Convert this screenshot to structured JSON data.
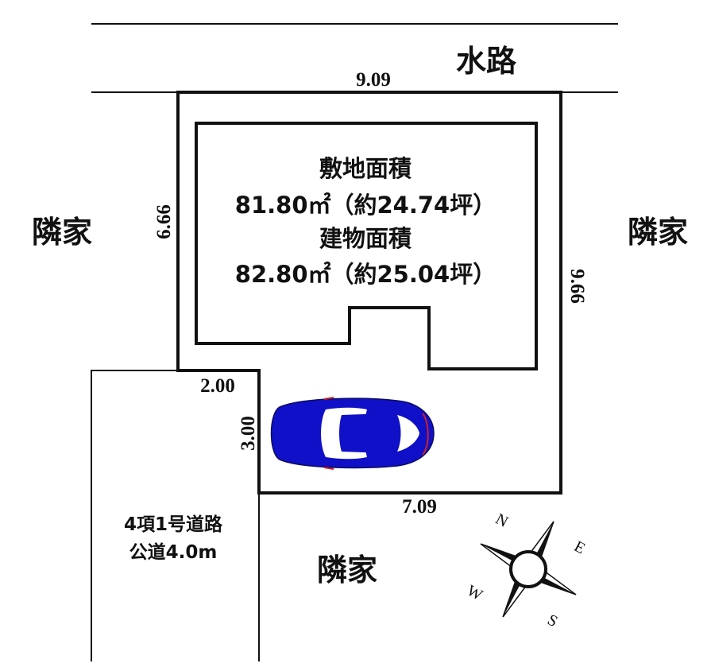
{
  "labels": {
    "waterway": "水路",
    "neighbor_left": "隣家",
    "neighbor_right": "隣家",
    "neighbor_bottom": "隣家",
    "road_type": "4項1号道路",
    "road_width": "公道4.0m"
  },
  "area": {
    "site_label": "敷地面積",
    "site_value": "81.80㎡（約24.74坪）",
    "building_label": "建物面積",
    "building_value": "82.80㎡（約25.04坪）"
  },
  "dimensions": {
    "top": "9.09",
    "left": "6.66",
    "right": "9.66",
    "notch_width": "2.00",
    "notch_height": "3.00",
    "bottom": "7.09"
  },
  "compass": {
    "n": "N",
    "e": "E",
    "s": "S",
    "w": "W"
  },
  "colors": {
    "car_body": "#1010c8",
    "car_dark": "#0a0a7a",
    "line": "#111111"
  }
}
